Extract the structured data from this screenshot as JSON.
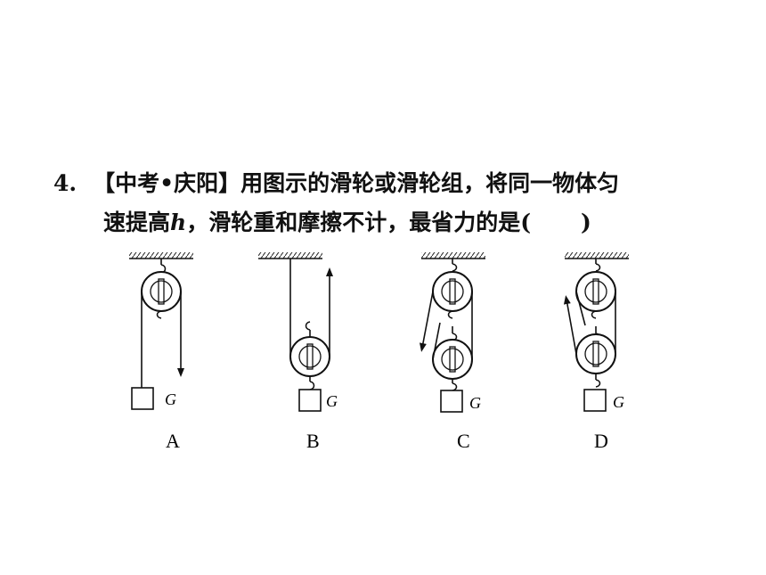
{
  "question": {
    "number": "4.",
    "source": "【中考•庆阳】",
    "line1_text": "用图示的滑轮或滑轮组，将同一物体匀",
    "line2_pre": "速提高",
    "variable": "h",
    "line2_post": "，滑轮重和摩擦不计，最省力的是(",
    "close_paren": ")"
  },
  "options": [
    {
      "label": "A",
      "weight": "G"
    },
    {
      "label": "B",
      "weight": "G"
    },
    {
      "label": "C",
      "weight": "G"
    },
    {
      "label": "D",
      "weight": "G"
    }
  ]
}
